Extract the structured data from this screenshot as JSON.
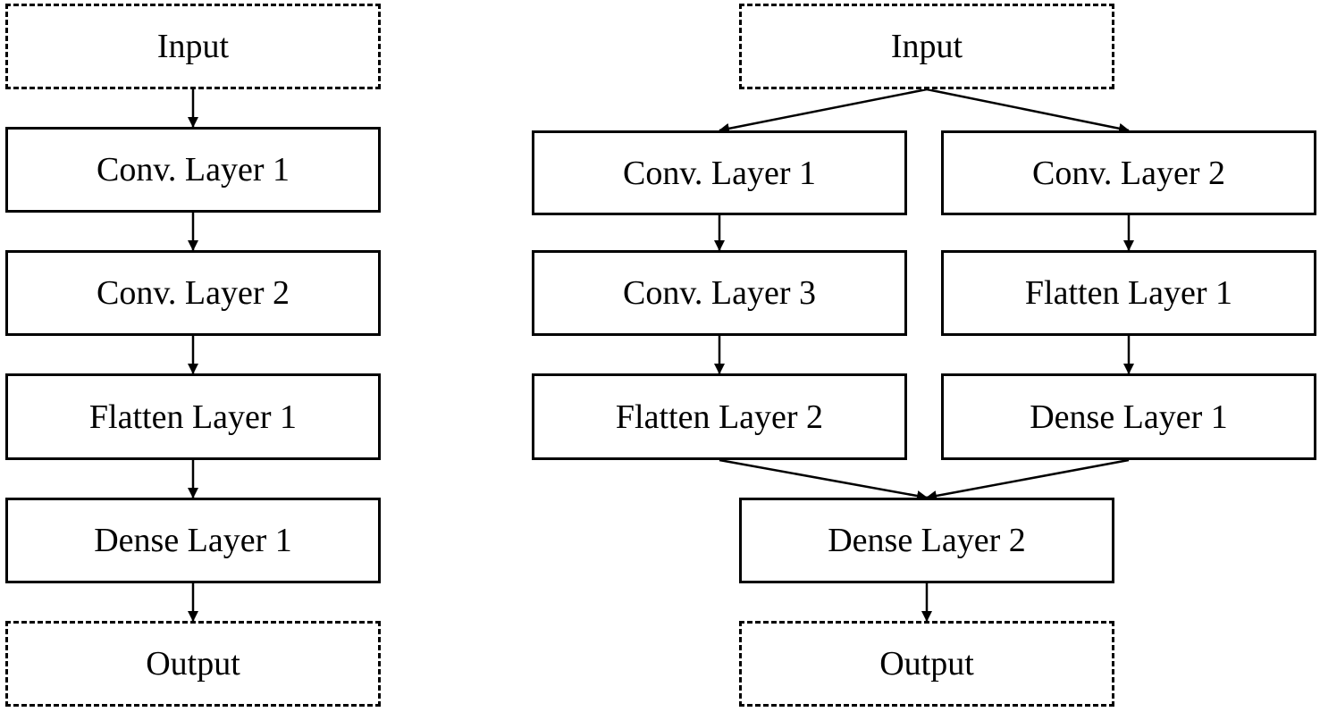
{
  "left_diagram": {
    "input": "Input",
    "conv1": "Conv. Layer 1",
    "conv2": "Conv. Layer 2",
    "flatten1": "Flatten Layer 1",
    "dense1": "Dense Layer 1",
    "output": "Output"
  },
  "right_diagram": {
    "input": "Input",
    "conv1": "Conv. Layer 1",
    "conv2": "Conv. Layer 2",
    "conv3": "Conv. Layer 3",
    "flatten1": "Flatten Layer 1",
    "flatten2": "Flatten Layer 2",
    "dense1": "Dense Layer 1",
    "dense2": "Dense Layer 2",
    "output": "Output"
  },
  "edges": {
    "left": [
      [
        "input",
        "conv1"
      ],
      [
        "conv1",
        "conv2"
      ],
      [
        "conv2",
        "flatten1"
      ],
      [
        "flatten1",
        "dense1"
      ],
      [
        "dense1",
        "output"
      ]
    ],
    "right": [
      [
        "input",
        "conv1"
      ],
      [
        "input",
        "conv2"
      ],
      [
        "conv1",
        "conv3"
      ],
      [
        "conv3",
        "flatten2"
      ],
      [
        "conv2",
        "flatten1"
      ],
      [
        "flatten1",
        "dense1"
      ],
      [
        "flatten2",
        "dense2"
      ],
      [
        "dense1",
        "dense2"
      ],
      [
        "dense2",
        "output"
      ]
    ]
  }
}
